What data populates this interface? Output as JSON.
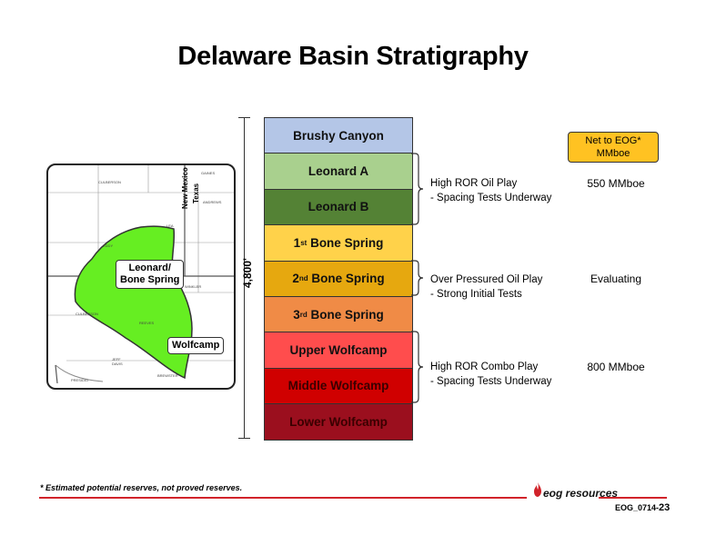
{
  "title": "Delaware Basin Stratigraphy",
  "map": {
    "leonard_label": "Leonard/\nBone Spring",
    "wolfcamp_label": "Wolfcamp",
    "state_nm": "New Mexico",
    "state_tx": "Texas"
  },
  "scale_label": "4,800'",
  "layers": [
    {
      "name": "Brushy Canyon",
      "sup": "",
      "rest": "",
      "color": "#b4c6e7",
      "text_color": "#111111"
    },
    {
      "name": "Leonard A",
      "sup": "",
      "rest": "",
      "color": "#a9d08e",
      "text_color": "#111111"
    },
    {
      "name": "Leonard B",
      "sup": "",
      "rest": "",
      "color": "#548235",
      "text_color": "#111111"
    },
    {
      "name": "1",
      "sup": "st",
      "rest": " Bone Spring",
      "color": "#ffd24a",
      "text_color": "#111111"
    },
    {
      "name": "2",
      "sup": "nd",
      "rest": " Bone Spring",
      "color": "#e6a80f",
      "text_color": "#111111"
    },
    {
      "name": "3",
      "sup": "rd",
      "rest": " Bone Spring",
      "color": "#f08b46",
      "text_color": "#111111"
    },
    {
      "name": "Upper Wolfcamp",
      "sup": "",
      "rest": "",
      "color": "#ff4d4d",
      "text_color": "#111111"
    },
    {
      "name": "Middle Wolfcamp",
      "sup": "",
      "rest": "",
      "color": "#d00000",
      "text_color": "#3a0000"
    },
    {
      "name": "Lower Wolfcamp",
      "sup": "",
      "rest": "",
      "color": "#9b0f1e",
      "text_color": "#3a0000"
    }
  ],
  "net_header": "Net to EOG*\nMMboe",
  "plays": [
    {
      "line1": "High ROR Oil Play",
      "line2": "- Spacing Tests Underway",
      "reserve": "550 MMboe"
    },
    {
      "line1": "Over Pressured Oil Play",
      "line2": "- Strong Initial Tests",
      "reserve": "Evaluating"
    },
    {
      "line1": "High ROR Combo Play",
      "line2": "- Spacing Tests Underway",
      "reserve": "800 MMboe"
    }
  ],
  "footnote": "* Estimated potential reserves, not proved reserves.",
  "logo_text": "eog resources",
  "slide_code": "EOG_0714-",
  "slide_num": "23"
}
